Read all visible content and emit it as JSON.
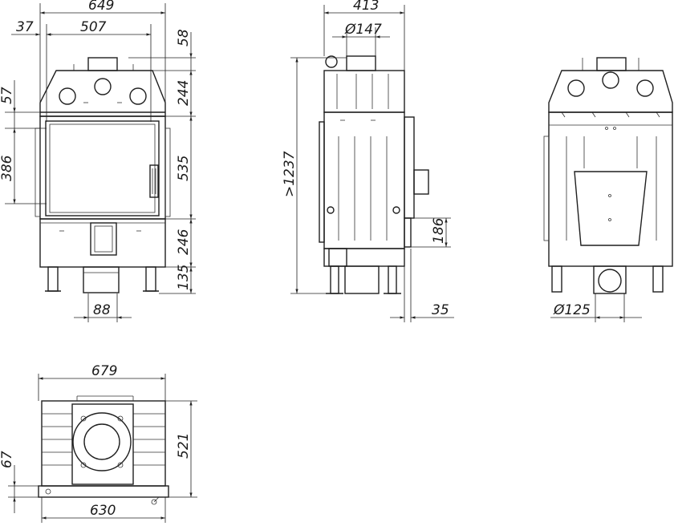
{
  "front_view": {
    "width_total": "649",
    "offset_left": "37",
    "opening_width": "507",
    "top_offset": "58",
    "upper_height": "244",
    "side_small": "57",
    "glass_height": "386",
    "door_height": "535",
    "lower_height": "246",
    "leg_height": "135",
    "leg_width": "88"
  },
  "side_view": {
    "depth": "413",
    "flue_diameter": "Ø147",
    "total_height": ">1237",
    "air_box_height": "186",
    "air_box_depth": "35"
  },
  "back_view": {
    "air_inlet_diameter": "Ø125"
  },
  "top_view": {
    "width_total": "679",
    "depth_total": "521",
    "front_offset": "67",
    "base_width": "630"
  }
}
